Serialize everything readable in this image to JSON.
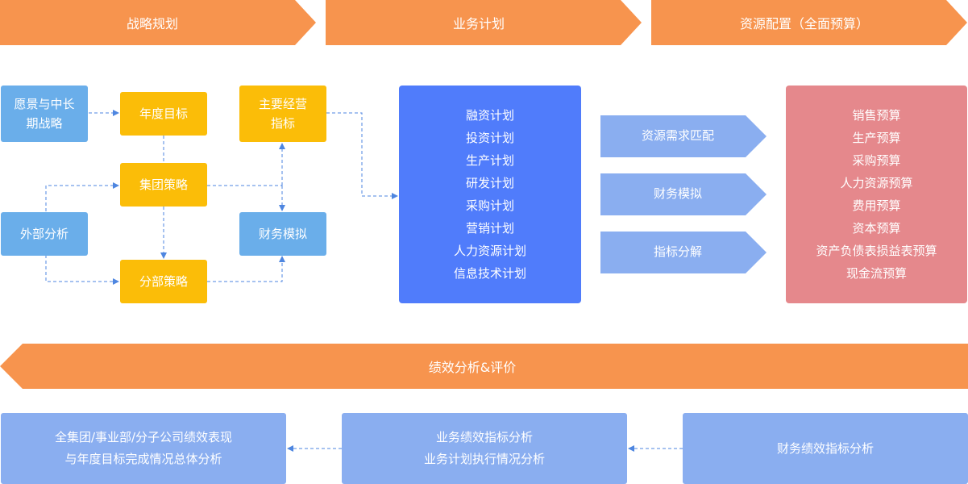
{
  "phases": [
    "战略规划",
    "业务计划",
    "资源配置（全面预算）"
  ],
  "strategy": {
    "vision": [
      "愿景与中长",
      "期战略"
    ],
    "annual_goal": "年度目标",
    "main_indicators": [
      "主要经营",
      "指标"
    ],
    "group_strategy": "集团策略",
    "external_analysis": "外部分析",
    "financial_sim": "财务模拟",
    "division_strategy": "分部策略"
  },
  "business_plans": [
    "融资计划",
    "投资计划",
    "生产计划",
    "研发计划",
    "采购计划",
    "营销计划",
    "人力资源计划",
    "信息技术计划"
  ],
  "middle_steps": [
    "资源需求匹配",
    "财务模拟",
    "指标分解"
  ],
  "budgets": [
    "销售预算",
    "生产预算",
    "采购预算",
    "人力资源预算",
    "费用预算",
    "资本预算",
    "资产负债表损益表预算",
    "现金流预算"
  ],
  "evaluation_title": "绩效分析&评价",
  "evaluation": {
    "group_analysis": [
      "全集团/事业部/分子公司绩效表现",
      "与年度目标完成情况总体分析"
    ],
    "business_analysis": [
      "业务绩效指标分析",
      "业务计划执行情况分析"
    ],
    "financial_analysis": "财务绩效指标分析"
  },
  "colors": {
    "orange": "#f7944e",
    "blue": "#6aaeea",
    "yellow": "#fbbd08",
    "plan_blue": "#507cfb",
    "budget_red": "#e5888c",
    "light_blue": "#8aaef0",
    "connector": "#4e86e0"
  }
}
